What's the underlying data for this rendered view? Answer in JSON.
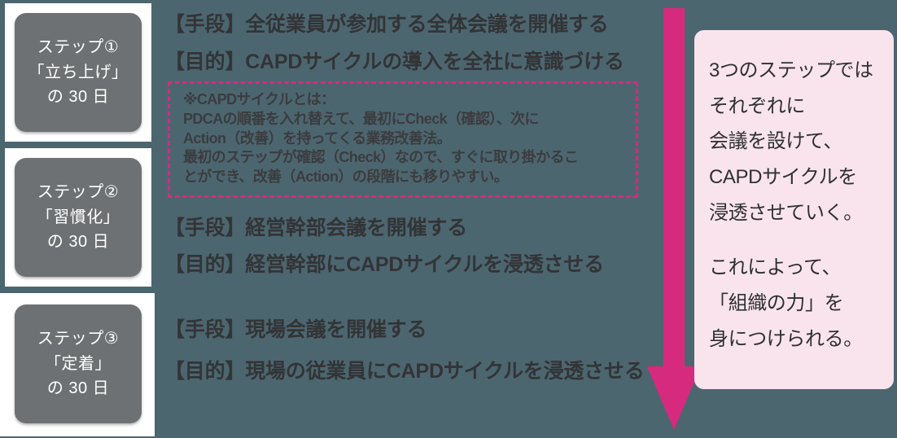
{
  "theme": {
    "background_color": "#4c6670",
    "panel_color": "#ffffff",
    "step_card_color": "#6e7173",
    "accent_pink": "#d62a7e",
    "side_panel_color": "#f9e4ee",
    "text_color": "#333436"
  },
  "steps": [
    {
      "id": "step-1",
      "lines": [
        "ステップ①",
        "「立ち上げ」",
        "の 30 日"
      ],
      "means_label": "【手段】全従業員が参加する全体会議を開催する",
      "purpose_label": "【目的】CAPDサイクルの導入を全社に意識づける"
    },
    {
      "id": "step-2",
      "lines": [
        "ステップ②",
        "「習慣化」",
        "の 30 日"
      ],
      "means_label": "【手段】経営幹部会議を開催する",
      "purpose_label": "【目的】経営幹部にCAPDサイクルを浸透させる"
    },
    {
      "id": "step-3",
      "lines": [
        "ステップ③",
        "「定着」",
        "の 30 日"
      ],
      "means_label": "【手段】現場会議を開催する",
      "purpose_label": "【目的】現場の従業員にCAPDサイクルを浸透させる"
    }
  ],
  "note": {
    "title": "※CAPDサイクルとは：",
    "lines": [
      "PDCAの順番を入れ替えて、最初にCheck（確認）、次に",
      "Action（改善）を持ってくる業務改善法。",
      "最初のステップが確認（Check）なので、すぐに取り掛かるこ",
      "とができ、改善（Action）の段階にも移りやすい。"
    ]
  },
  "arrow": {
    "direction": "down",
    "color": "#d62a7e"
  },
  "side_panel": {
    "paragraph_1": [
      "3つのステップでは",
      "それぞれに",
      "会議を設けて、",
      "CAPDサイクルを",
      "浸透させていく。"
    ],
    "paragraph_2": [
      "これによって、",
      "「組織の力」を",
      "身につけられる。"
    ]
  }
}
